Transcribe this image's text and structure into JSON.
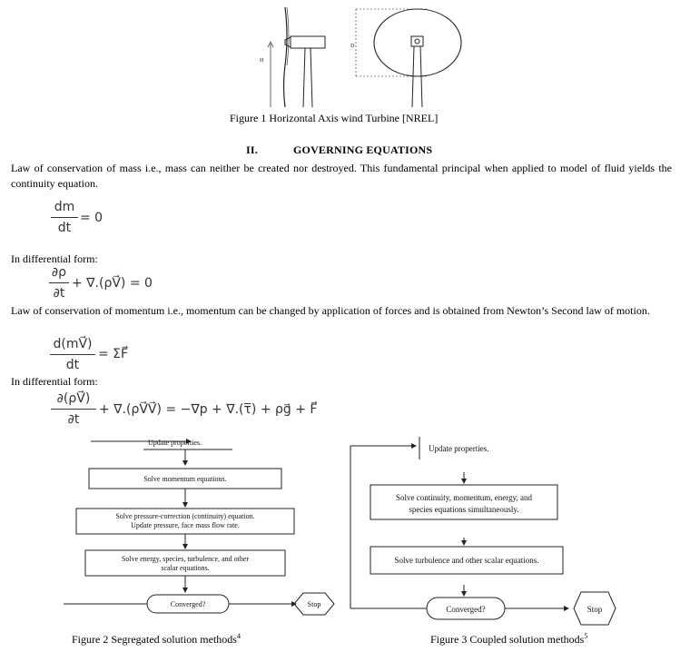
{
  "figure1": {
    "caption": "Figure 1 Horizontal Axis wind Turbine [NREL]",
    "label_h": "H",
    "label_d": "D"
  },
  "section": {
    "number": "II.",
    "title": "GOVERNING EQUATIONS"
  },
  "paragraphs": {
    "mass": "Law of conservation of mass i.e., mass can neither be created nor destroyed. This fundamental principal when applied to model of fluid yields the continuity equation.",
    "diff1": "In differential form:",
    "momentum": "Law of conservation of momentum i.e., momentum can be changed by application of forces and is obtained from Newton’s Second law of motion.",
    "diff2": "In differential form:"
  },
  "equations": {
    "eq1": {
      "num": "dm",
      "den": "dt",
      "rhs": "= 0"
    },
    "eq2": {
      "num": "∂ρ",
      "den": "∂t",
      "rhs": "+ ∇.(ρV⃗) = 0"
    },
    "eq3": {
      "num": "d(mV⃗)",
      "den": "dt",
      "rhs": "= ΣF⃗"
    },
    "eq4": {
      "num": "∂(ρV⃗)",
      "den": "∂t",
      "rhs": "+ ∇.(ρV⃗V⃗) = −∇p + ∇.(τ̅) + ρg⃗ + F⃗"
    }
  },
  "figure2": {
    "steps": [
      "Update properties.",
      "Solve momentum equations.",
      "Solve pressure-correction (continuity) equation.",
      "Update pressure, face mass flow rate.",
      "Solve energy, species, turbulence, and other",
      "scalar equations.",
      "Converged?",
      "Stop"
    ],
    "caption": "Figure 2 Segregated solution methods",
    "caption_sup": "4"
  },
  "figure3": {
    "steps": [
      "Update properties.",
      "Solve continuity, momentum, energy, and",
      "species equations simultaneously.",
      "Solve turbulence and other scalar equations.",
      "Converged?",
      "Stop"
    ],
    "caption": "Figure 3 Coupled solution methods",
    "caption_sup": "5"
  }
}
